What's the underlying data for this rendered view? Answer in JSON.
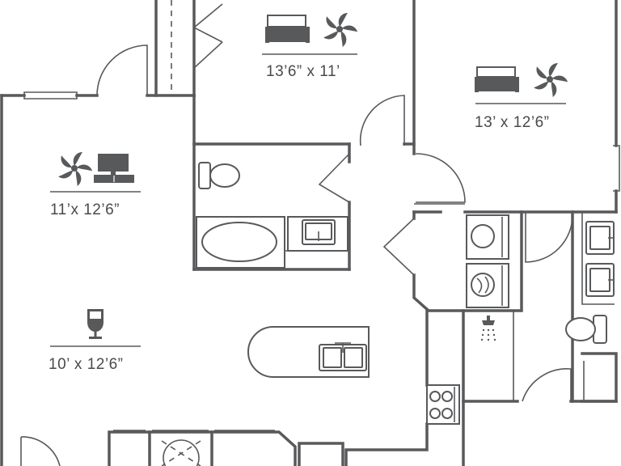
{
  "rooms": {
    "bedroom_top": {
      "dimension": "13’6” x 11’"
    },
    "bedroom_right": {
      "dimension": "13’ x 12’6”"
    },
    "living": {
      "dimension": "11’x 12’6”"
    },
    "dining": {
      "dimension": "10’ x 12’6”"
    }
  },
  "colors": {
    "wall": "#58595b",
    "background": "#ffffff",
    "text": "#4a4a4c"
  },
  "icons": [
    "bed-icon",
    "fan-icon",
    "tv-icon",
    "wine-glass-icon",
    "washer-icon",
    "dryer-icon",
    "shower-icon",
    "toilet-icon",
    "sink-icon",
    "tub-icon",
    "stove-icon"
  ]
}
